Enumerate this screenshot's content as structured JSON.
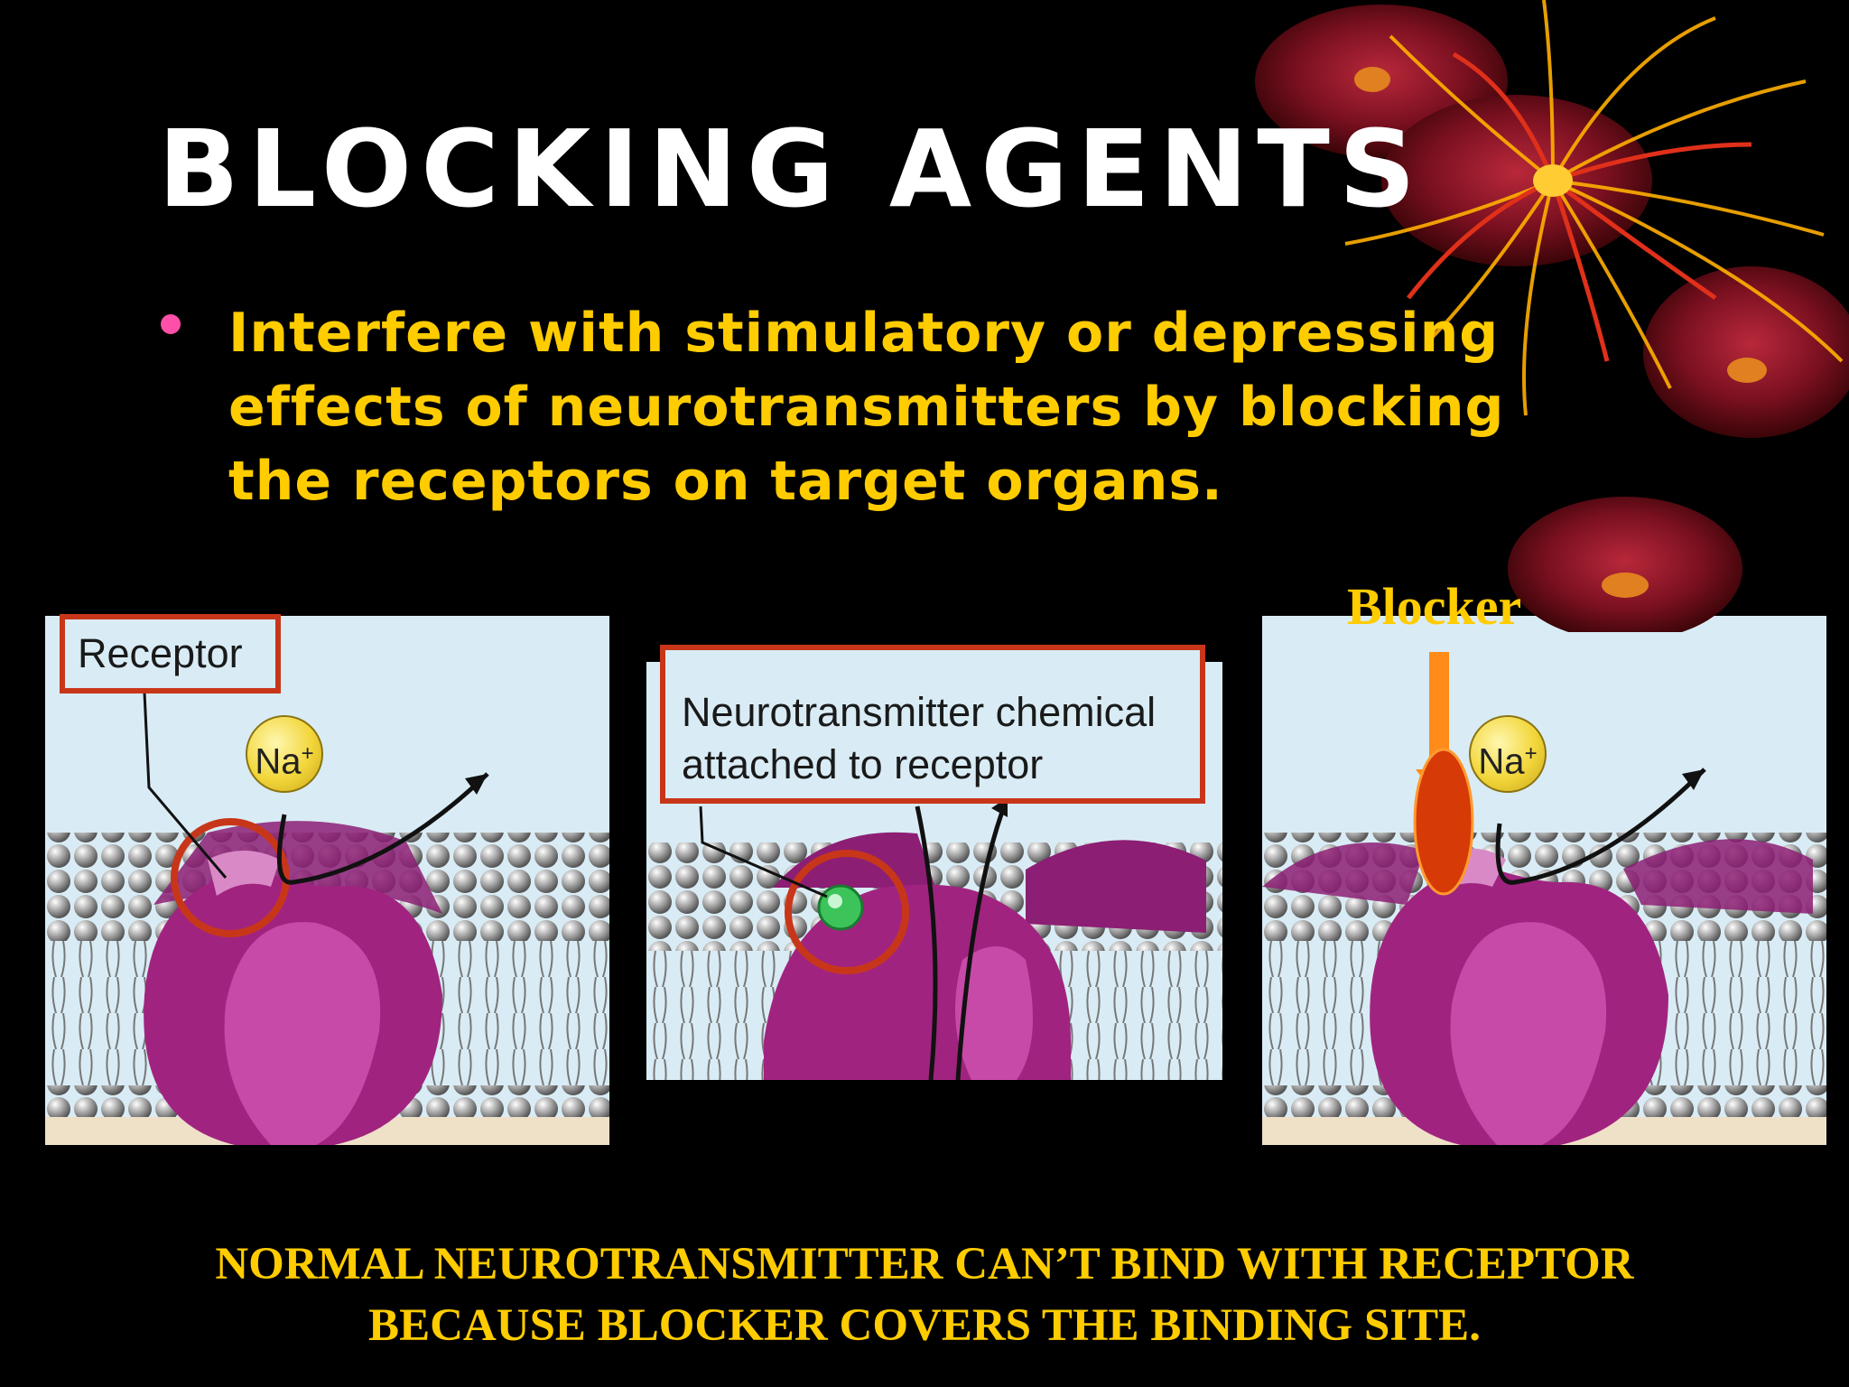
{
  "slide": {
    "title": "BLOCKING AGENTS",
    "bullet": "Interfere with stimulatory or depressing effects of neurotransmitters by blocking the receptors on target organs."
  },
  "figures": {
    "panel1_label": "Receptor",
    "panel2_label_line1": "Neurotransmitter chemical",
    "panel2_label_line2": "attached to receptor",
    "ion_label": "Na",
    "ion_charge": "+",
    "blocker_label": "Blocker"
  },
  "caption": {
    "line1": "NORMAL NEUROTRANSMITTER CAN’T BIND WITH RECEPTOR",
    "line2": "BECAUSE BLOCKER COVERS THE BINDING SITE."
  },
  "colors": {
    "background": "#000000",
    "title": "#ffffff",
    "accent_text": "#ffcc00",
    "bullet": "#ff4fa8",
    "highlight": "#c8361a",
    "receptor": "#a0247f"
  }
}
